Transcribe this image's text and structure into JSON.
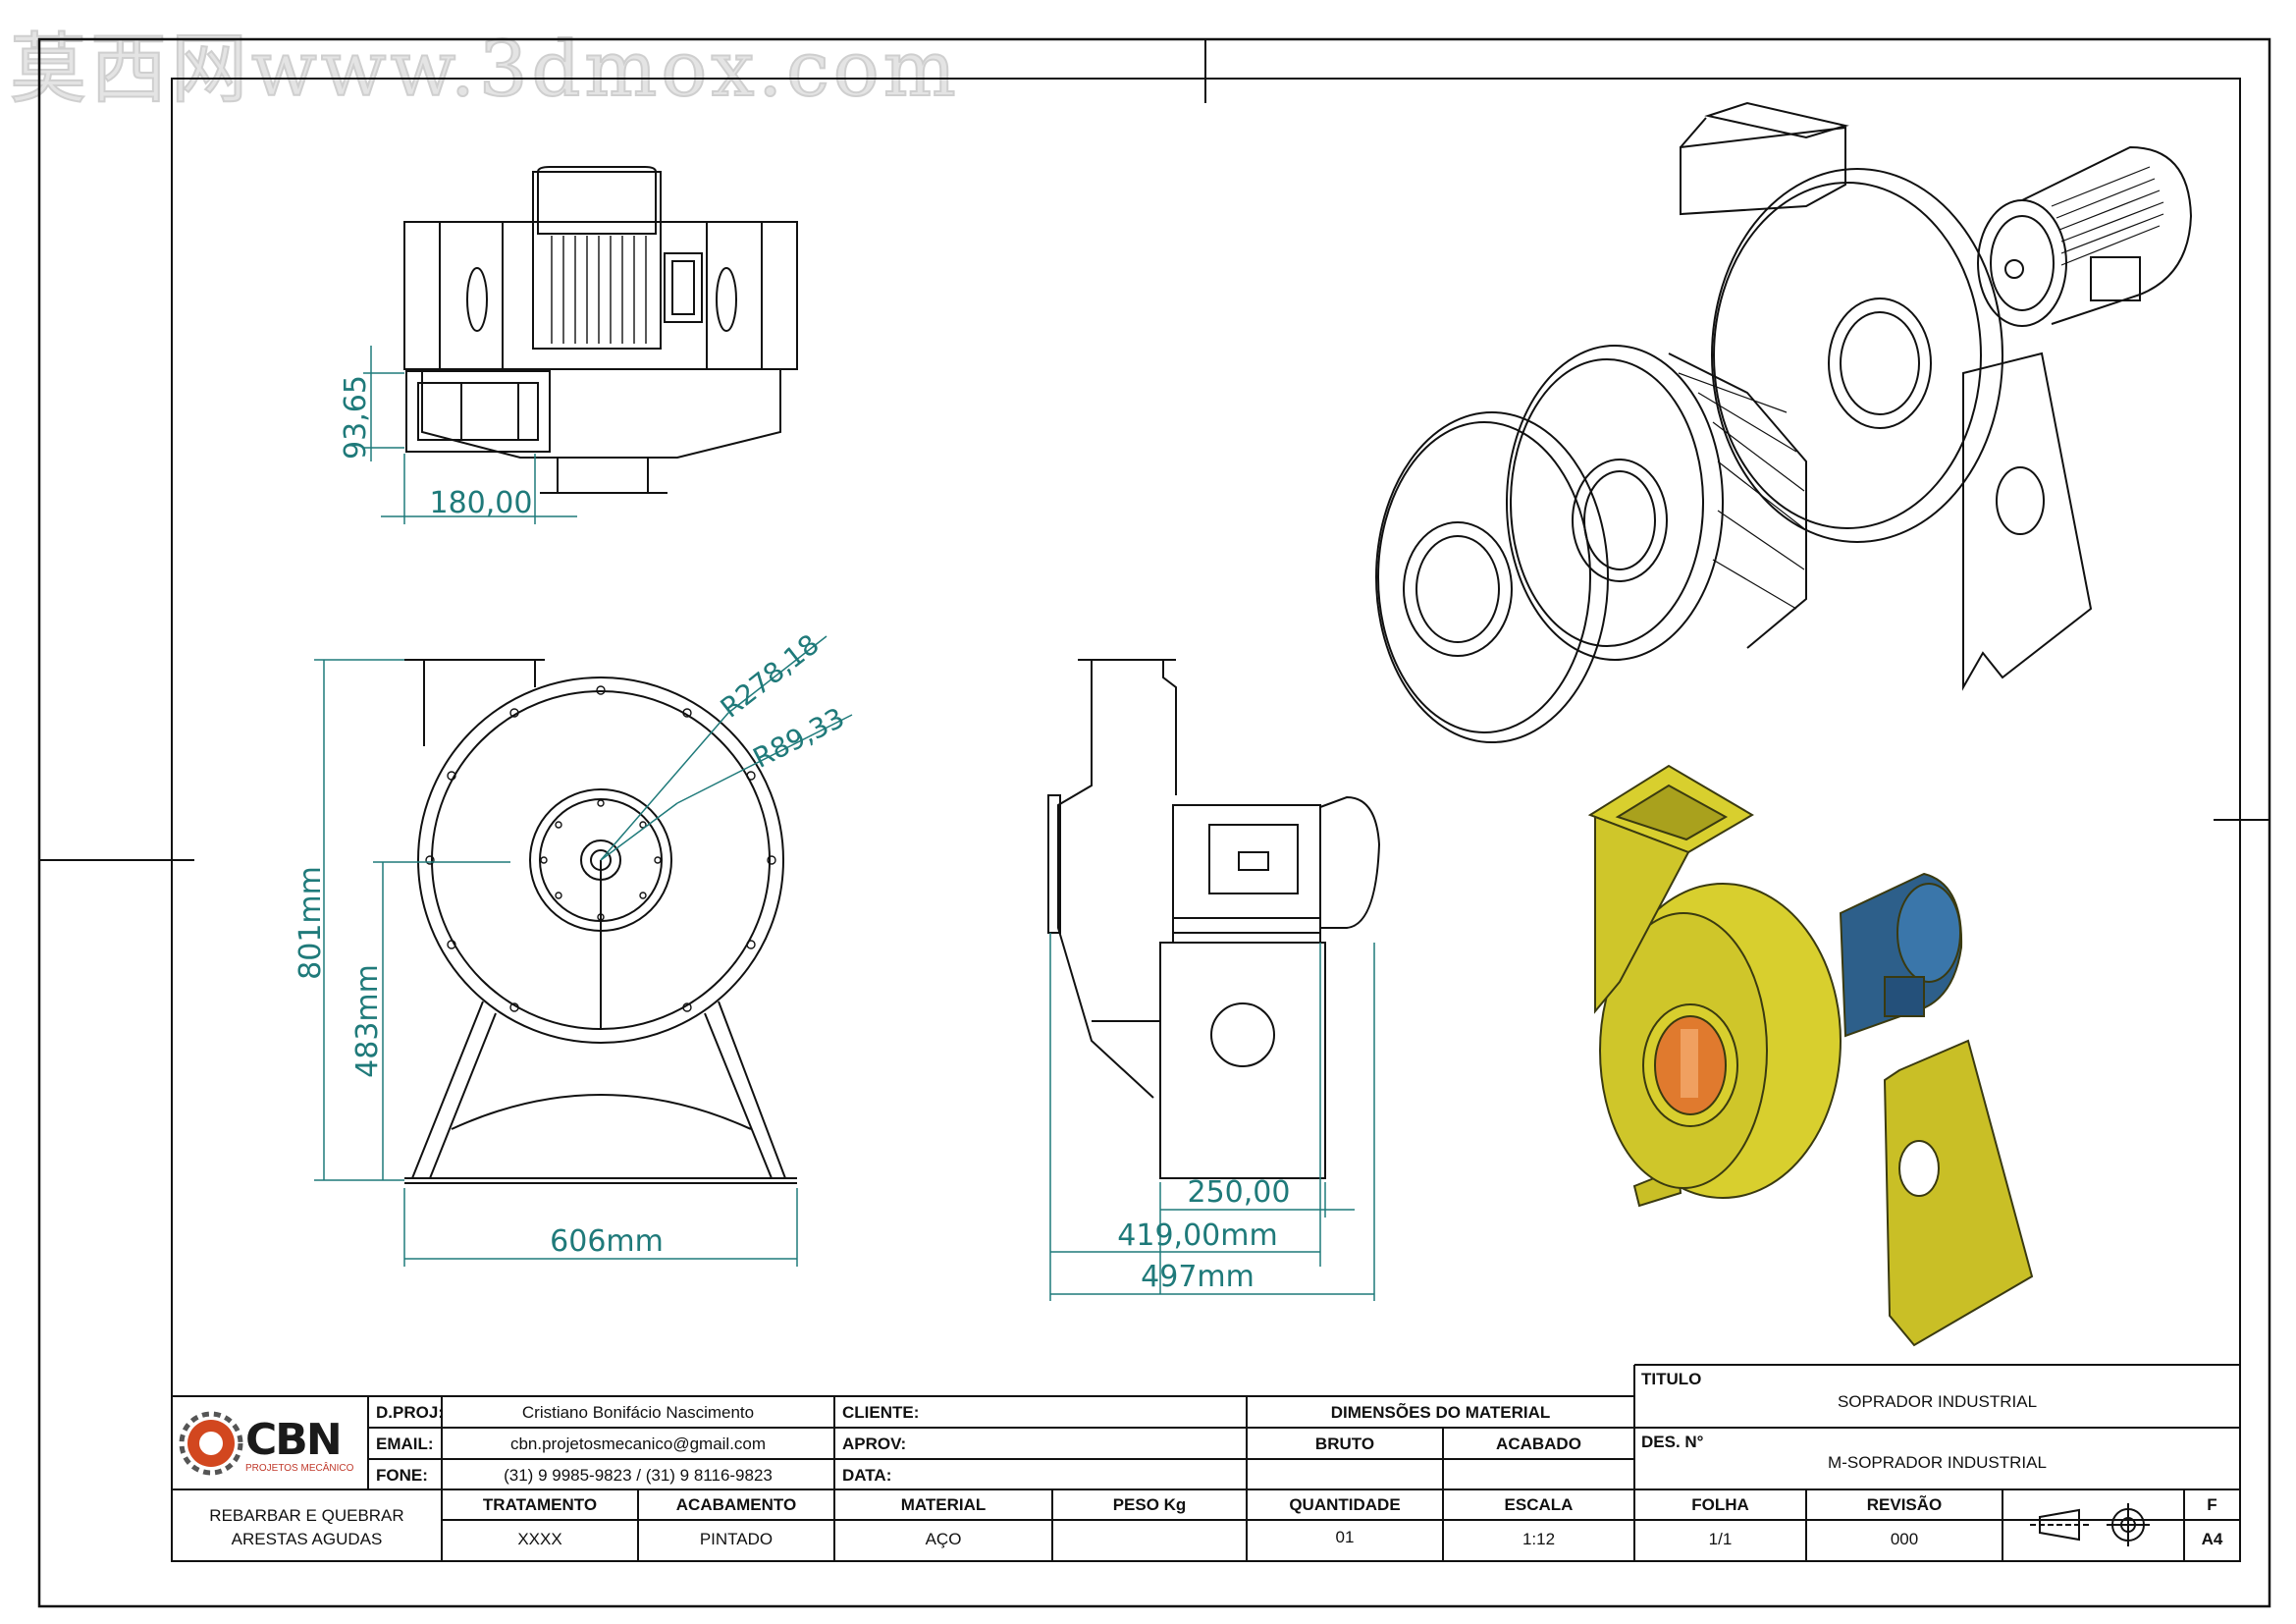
{
  "watermark": "莫西网www.3dmox.com",
  "dimensions": {
    "top_height": "93,65",
    "top_width": "180,00",
    "front_radius_outer": "R278,18",
    "front_radius_inner": "R89,33",
    "front_total_height": "801mm",
    "front_center_height": "483mm",
    "front_width": "606mm",
    "side_base_width": "250,00",
    "side_mid_width": "419,00mm",
    "side_total_width": "497mm"
  },
  "colors": {
    "dimension": "#1f7a7a",
    "housing": "#d8cf2e",
    "motor": "#2d5f8a",
    "rotor": "#e07a2e"
  },
  "logo": {
    "name": "CBN",
    "subtitle": "PROJETOS MECÂNICO"
  },
  "title_block": {
    "dproj_label": "D.PROJ:",
    "dproj_value": "Cristiano Bonifácio Nascimento",
    "email_label": "EMAIL:",
    "email_value": "cbn.projetosmecanico@gmail.com",
    "fone_label": "FONE:",
    "fone_value": "(31) 9 9985-9823 / (31) 9 8116-9823",
    "cliente_label": "CLIENTE:",
    "aprov_label": "APROV:",
    "data_label": "DATA:",
    "dimensoes_label": "DIMENSÕES DO MATERIAL",
    "bruto_label": "BRUTO",
    "acabado_label": "ACABADO",
    "titulo_label": "TITULO",
    "titulo_value": "SOPRADOR INDUSTRIAL",
    "desn_label": "DES. N°",
    "desn_value": "M-SOPRADOR INDUSTRIAL",
    "note_line1": "REBARBAR E QUEBRAR",
    "note_line2": "ARESTAS AGUDAS",
    "tratamento_label": "TRATAMENTO",
    "tratamento_value": "XXXX",
    "acabamento_label": "ACABAMENTO",
    "acabamento_value": "PINTADO",
    "material_label": "MATERIAL",
    "material_value": "AÇO",
    "peso_label": "PESO Kg",
    "peso_value": "",
    "quantidade_label": "QUANTIDADE",
    "quantidade_value": "01",
    "escala_label": "ESCALA",
    "escala_value": "1:12",
    "folha_label": "FOLHA",
    "folha_value": "1/1",
    "revisao_label": "REVISÃO",
    "revisao_value": "000",
    "sheet_f": "F",
    "sheet_size": "A4"
  }
}
